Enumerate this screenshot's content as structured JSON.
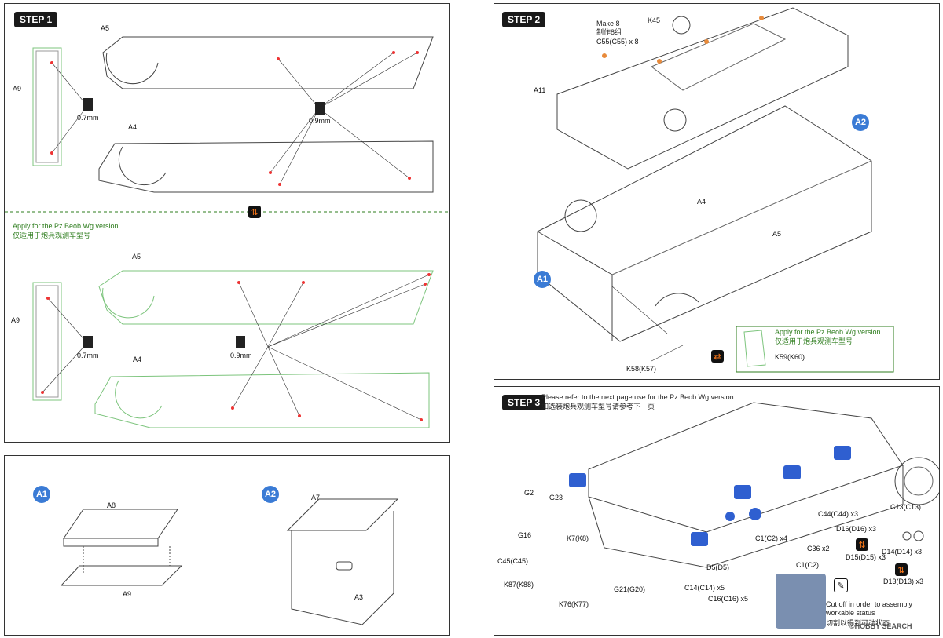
{
  "step1": {
    "title": "STEP 1",
    "labels": {
      "a5": "A5",
      "a9": "A9",
      "a4": "A4"
    },
    "drill_small": "0.7mm",
    "drill_large": "0.9mm",
    "apply_en": "Apply for the Pz.Beob.Wg version",
    "apply_cn": "仅适用于炮兵观测车型号"
  },
  "lower_panel": {
    "badge_a1": "A1",
    "badge_a2": "A2",
    "labels": {
      "a8": "A8",
      "a9": "A9",
      "a7": "A7",
      "a3": "A3"
    }
  },
  "step2": {
    "title": "STEP 2",
    "make_en": "Make 8",
    "make_cn": "制作8组",
    "part_c55": "C55(C55) x 8",
    "labels": {
      "k45": "K45",
      "a11": "A11",
      "a4": "A4",
      "a5": "A5",
      "k58": "K58(K57)",
      "k59": "K59(K60)"
    },
    "badge_a1": "A1",
    "badge_a2": "A2",
    "apply_en": "Apply for the Pz.Beob.Wg version",
    "apply_cn": "仅适用于炮兵观测车型号"
  },
  "step3": {
    "title": "STEP 3",
    "refer_en": "Please refer to the next page use for the Pz.Beob.Wg version",
    "refer_cn": "如选装炮兵观测车型号请参考下一页",
    "labels": {
      "g2": "G2",
      "g23": "G23",
      "g16": "G16",
      "k7": "K7(K8)",
      "c45": "C45(C45)",
      "k87": "K87(K88)",
      "k76": "K76(K77)",
      "g21": "G21(G20)",
      "d5": "D5(D5)",
      "c14": "C14(C14) x5",
      "c16": "C16(C16) x5",
      "c1": "C1(C2) x4",
      "c36": "C36 x2",
      "c44": "C44(C44) x3",
      "d16": "D16(D16) x3",
      "c13": "C13(C13)",
      "d15": "D15(D15) x3",
      "d14": "D14(D14) x3",
      "d13": "D13(D13) x3",
      "c1b": "C1(C2)"
    },
    "cut_en": "Cut off in order to assembly workable status",
    "cut_cn": "切割以得到可动状态",
    "watermark": "©HOBBY SEARCH"
  }
}
